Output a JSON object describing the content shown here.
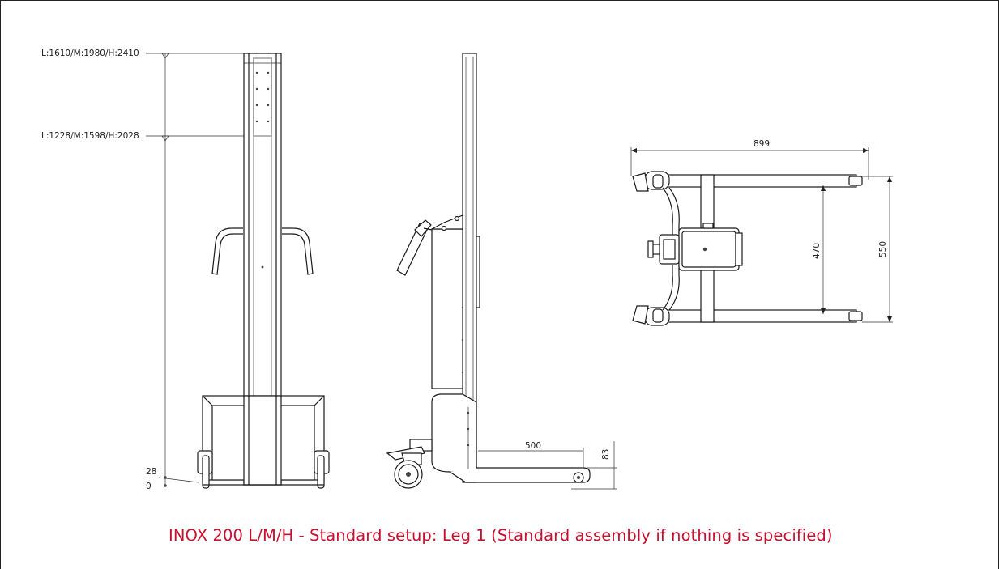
{
  "front_view": {
    "label_top": "L:1610/M:1980/H:2410",
    "label_mid": "L:1228/M:1598/H:2028",
    "label_28": "28",
    "label_0": "0"
  },
  "side_view": {
    "label_500": "500",
    "label_83": "83"
  },
  "top_view": {
    "label_899": "899",
    "label_470": "470",
    "label_550": "550"
  },
  "caption": "INOX 200 L/M/H - Standard setup: Leg 1 (Standard assembly if nothing is specified)",
  "colors": {
    "caption": "#c8102e",
    "line": "#1a1a1a"
  }
}
